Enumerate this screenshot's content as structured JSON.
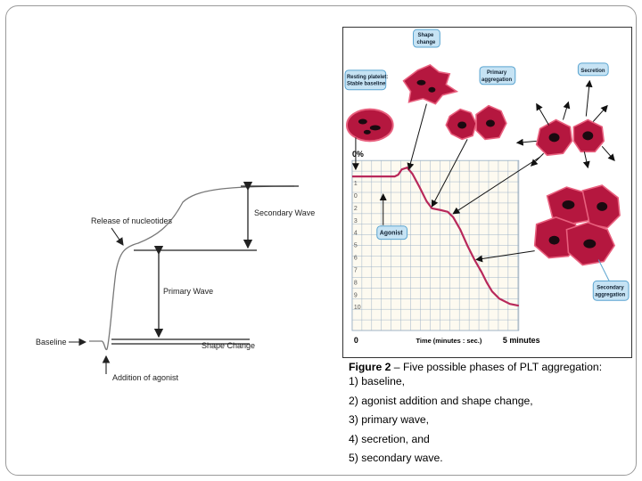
{
  "left_diagram": {
    "labels": {
      "release": "Release of nucleotides",
      "secondary_wave": "Secondary Wave",
      "primary_wave": "Primary Wave",
      "baseline": "Baseline",
      "shape_change": "Shape Change",
      "addition": "Addition of agonist"
    }
  },
  "right_figure": {
    "labels": {
      "resting_l1": "Resting platelet:",
      "resting_l2": "Stable baseline",
      "shape_l1": "Shape",
      "shape_l2": "change",
      "primary_l1": "Primary",
      "primary_l2": "aggregation",
      "secretion": "Secretion",
      "secondary_l1": "Secondary",
      "secondary_l2": "aggregation",
      "zero_percent": "0%",
      "agonist": "Agonist",
      "x_zero": "0",
      "x_axis": "Time (minutes : sec.)",
      "x_end": "5 minutes"
    },
    "colors": {
      "cell": "#b5173f",
      "cell_edge": "#e8607e",
      "trace": "#b8285a",
      "grid": "#9fb3c8",
      "callout_fill": "#c6e3f4",
      "callout_stroke": "#5aa4d0"
    }
  },
  "caption": {
    "figure_label": "Figure 2",
    "line1_rest": " – Five possible phases of PLT aggregation:",
    "line2": "1) baseline,",
    "line3": "2) agonist addition and shape change,",
    "line4": "3) primary wave,",
    "line5": " 4) secretion, and",
    "line6": "5) secondary wave."
  }
}
